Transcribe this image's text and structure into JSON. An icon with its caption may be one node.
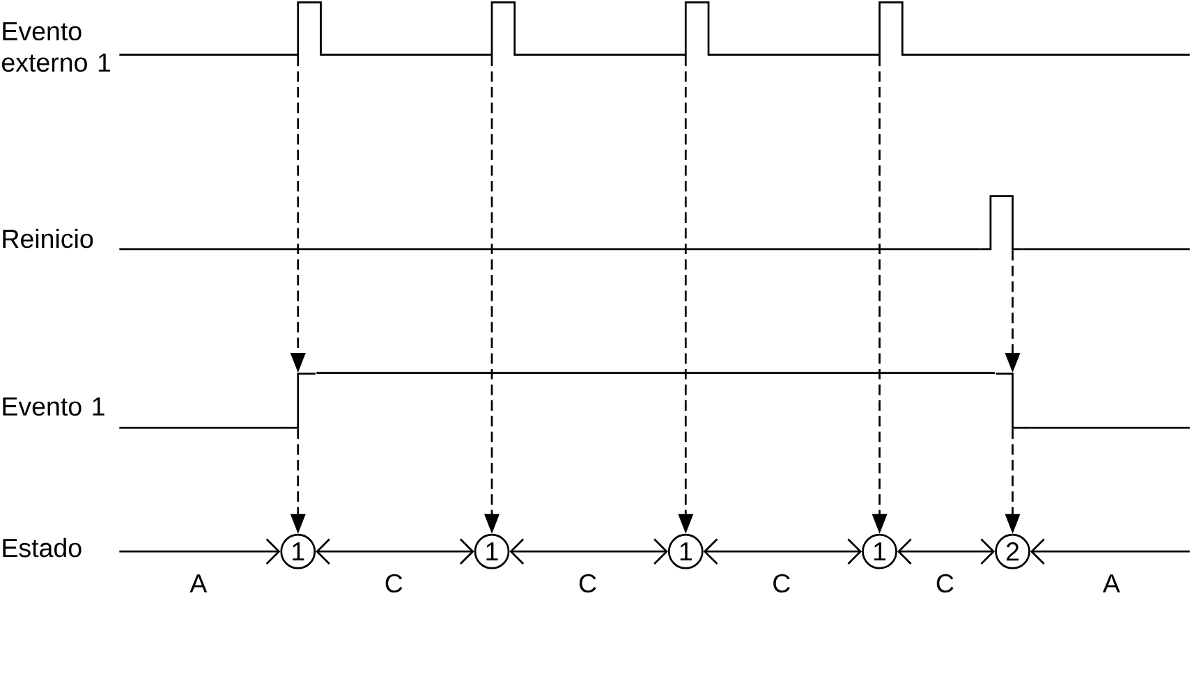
{
  "diagram": {
    "nodes": [
      {
        "text": [],
        "shape": "waveform"
      },
      {
        "text": [],
        "shape": "waveform"
      },
      {
        "text": [],
        "shape": "waveform"
      },
      {
        "text": [],
        "shape": "waveform"
      },
      {
        "text": [
          "1"
        ]
      },
      {
        "text": [
          "1"
        ]
      },
      {
        "text": [
          "1"
        ]
      },
      {
        "text": [
          "1"
        ]
      },
      {
        "text": [
          "2"
        ]
      }
    ],
    "edges": [
      {
        "from": 0,
        "to": 2,
        "arrow": "to",
        "style": "dashed"
      },
      {
        "from": 0,
        "to": 5,
        "arrow": "to",
        "style": "dashed"
      },
      {
        "from": 0,
        "to": 6,
        "arrow": "to",
        "style": "dashed"
      },
      {
        "from": 0,
        "to": 7,
        "arrow": "to",
        "style": "dashed"
      },
      {
        "from": 1,
        "to": 3,
        "arrow": "to",
        "style": "dashed"
      },
      {
        "from": 2,
        "to": 4,
        "arrow": "to",
        "style": "dashed"
      },
      {
        "from": 3,
        "to": 8,
        "arrow": "to",
        "style": "dashed"
      },
      {
        "from": null,
        "to": 4,
        "arrow": "to",
        "label": "A"
      },
      {
        "from": 4,
        "to": 5,
        "arrow": "both",
        "label": "C"
      },
      {
        "from": 5,
        "to": 6,
        "arrow": "both",
        "label": "C"
      },
      {
        "from": 6,
        "to": 7,
        "arrow": "both",
        "label": "C"
      },
      {
        "from": 7,
        "to": 8,
        "arrow": "both",
        "label": "C"
      },
      {
        "from": null,
        "to": 8,
        "arrow": "to",
        "label": "A"
      },
      {
        "from": 2,
        "to": 3,
        "arrow": "none"
      }
    ],
    "labels": [
      "Evento externo 1",
      "Reinicio",
      "Evento 1",
      "Estado"
    ]
  }
}
